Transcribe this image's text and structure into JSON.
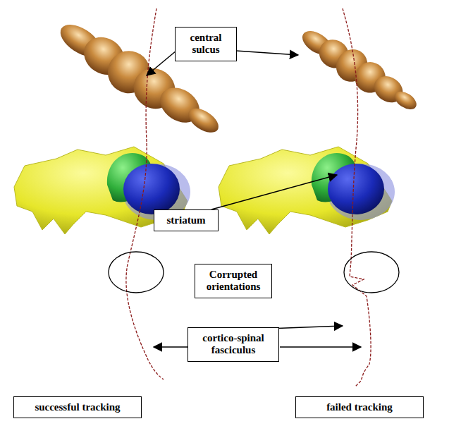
{
  "diagram": {
    "nodes": [
      {
        "text": [
          "central sulcus"
        ]
      },
      {
        "text": [
          "striatum"
        ]
      },
      {
        "text": [
          "Corrupted orientations"
        ]
      },
      {
        "text": [
          "cortico-spinal fasciculus"
        ]
      },
      {
        "text": [
          "successful tracking"
        ]
      },
      {
        "text": [
          "failed tracking"
        ]
      }
    ]
  }
}
